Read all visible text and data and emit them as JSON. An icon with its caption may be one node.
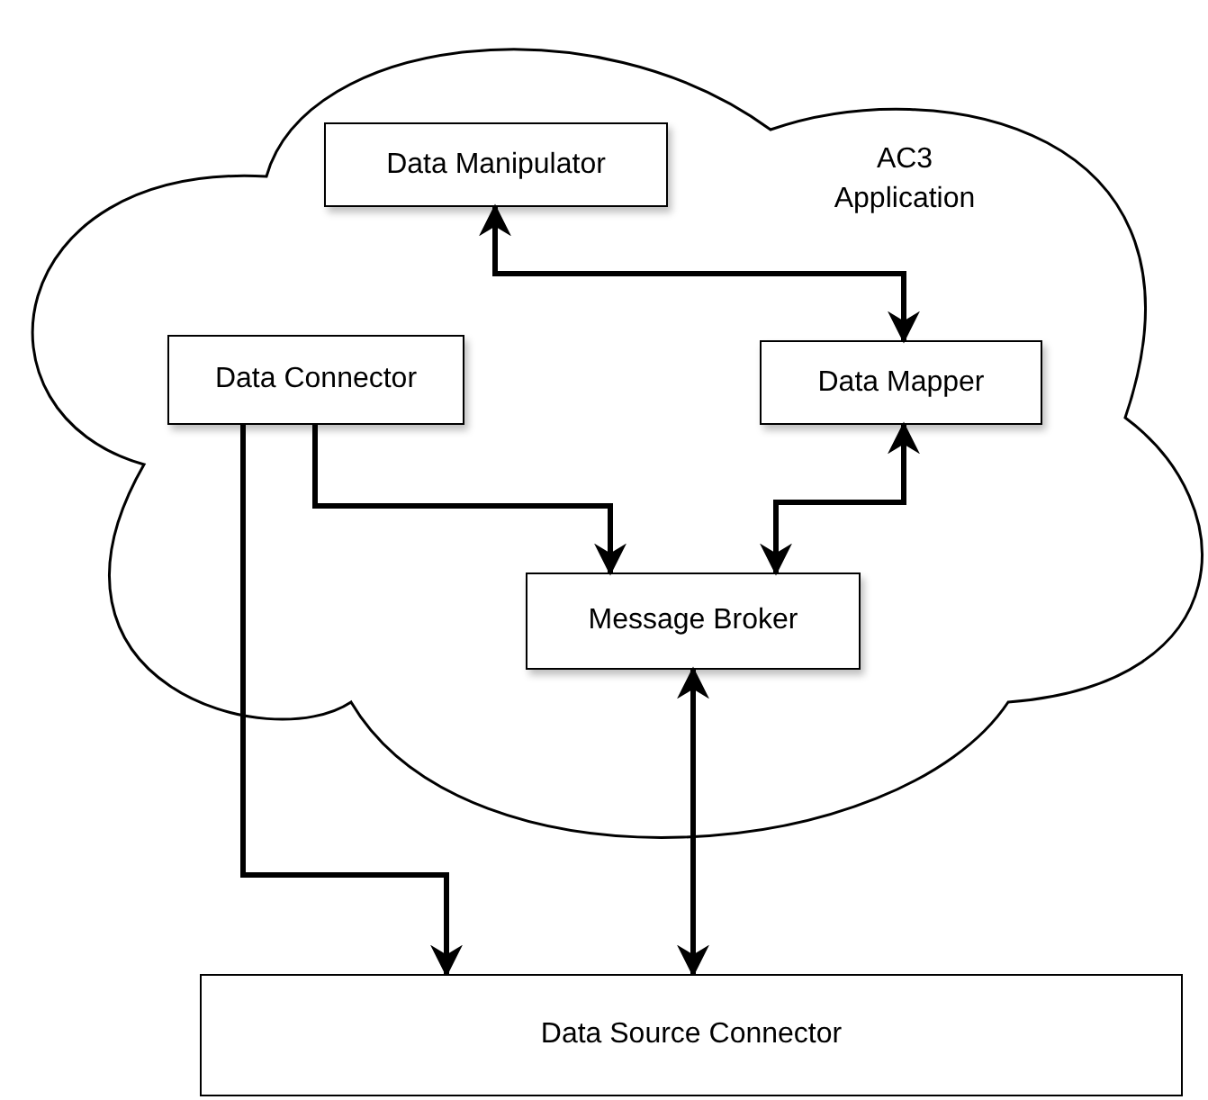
{
  "diagram": {
    "nodes": [
      {
        "text": [
          "AC3 Application"
        ]
      },
      {
        "text": [
          "Data Manipulator"
        ],
        "in": 0
      },
      {
        "text": [
          "Data Connector"
        ],
        "in": 0
      },
      {
        "text": [
          "Data Mapper"
        ],
        "in": 0
      },
      {
        "text": [
          "Message Broker"
        ],
        "in": 0
      },
      {
        "text": [
          "Data Source Connector"
        ]
      }
    ],
    "edges": [
      {
        "from": 1,
        "to": 3,
        "arrow": "both"
      },
      {
        "from": 2,
        "to": 4,
        "arrow": "to"
      },
      {
        "from": 4,
        "to": 3,
        "arrow": "both"
      },
      {
        "from": 2,
        "to": 5,
        "arrow": "to"
      },
      {
        "from": 4,
        "to": 5,
        "arrow": "both"
      }
    ]
  }
}
